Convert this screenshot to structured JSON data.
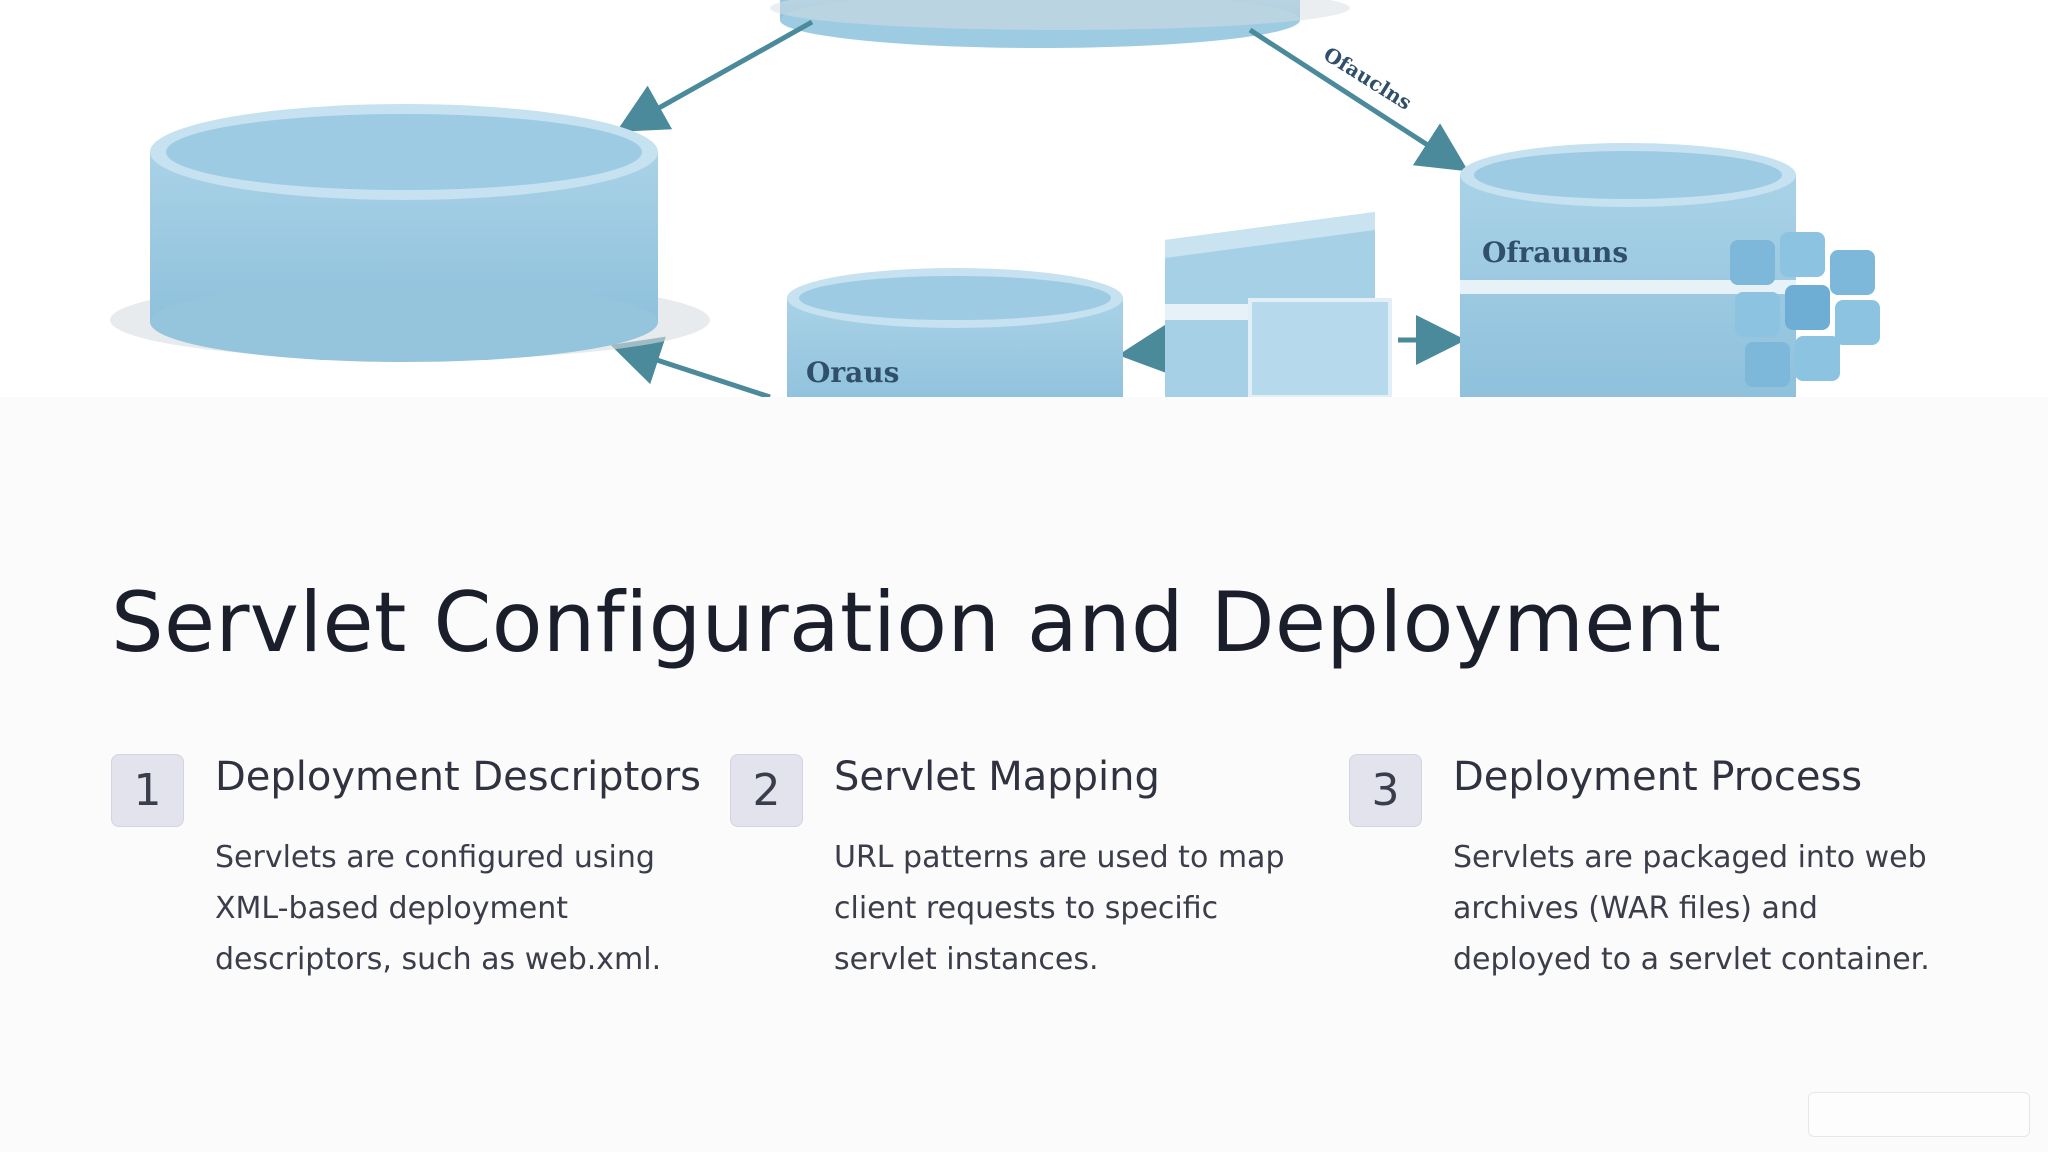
{
  "hero": {
    "image_labels": [
      "Oraus",
      "Ofrauuns",
      "Ofauclns"
    ],
    "accent_color": "#9fc9e0",
    "arrow_color": "#4a8a9a"
  },
  "title": "Servlet Configuration and Deployment",
  "steps": [
    {
      "number": "1",
      "heading": "Deployment Descriptors",
      "description": "Servlets are configured using XML-based deployment descriptors, such as web.xml."
    },
    {
      "number": "2",
      "heading": "Servlet Mapping",
      "description": "URL patterns are used to map client requests to specific servlet instances."
    },
    {
      "number": "3",
      "heading": "Deployment Process",
      "description": "Servlets are packaged into web archives (WAR files) and deployed to a servlet container."
    }
  ]
}
